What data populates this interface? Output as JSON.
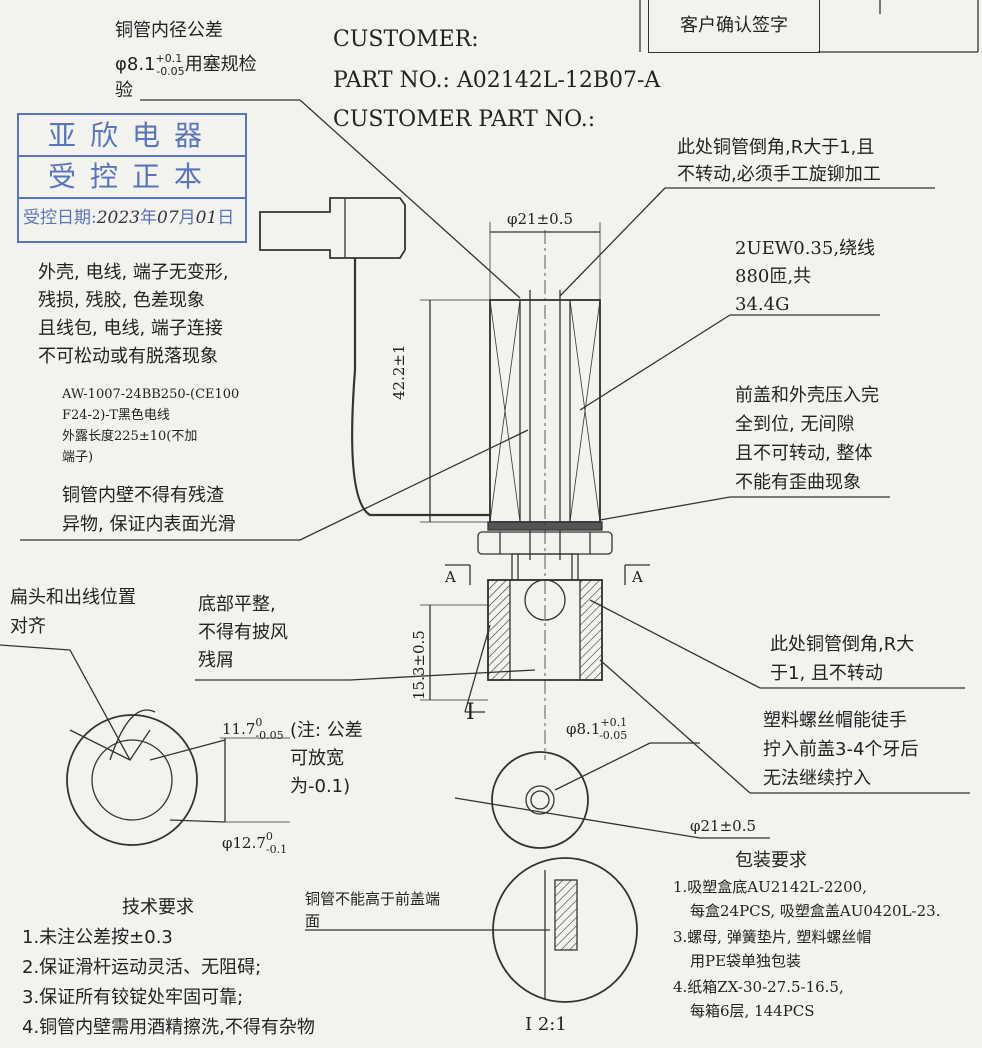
{
  "header": {
    "customer_label": "CUSTOMER:",
    "part_no": "PART NO.: A02142L-12B07-A",
    "customer_part_no": "CUSTOMER PART NO.:",
    "confirm_box": "客户确认签字"
  },
  "stamp": {
    "line1": "亚欣电器",
    "line2": "受控正本",
    "date_label": "受控日期:",
    "date_year": "2023",
    "year_char": "年",
    "date_month": "07",
    "month_char": "月",
    "date_day": "01",
    "day_char": "日"
  },
  "notes": {
    "copper_tol_1": "铜管内径公差",
    "copper_tol_2a": "φ8.1",
    "copper_tol_2_sup": "+0.1",
    "copper_tol_2_sub": "-0.05",
    "copper_tol_2b": "用塞规检",
    "copper_tol_3": "验",
    "chamfer_top_1": "此处铜管倒角,R大于1,且",
    "chamfer_top_2": "不转动,必须手工旋铆加工",
    "winding_1": "2UEW0.35,绕线",
    "winding_2": "880匝,共",
    "winding_3": "34.4G",
    "shell_1": "外壳, 电线, 端子无变形,",
    "shell_2": "残损, 残胶, 色差现象",
    "shell_3": "且线包, 电线, 端子连接",
    "shell_4": "不可松动或有脱落现象",
    "wire_1": "AW-1007-24BB250-(CE100",
    "wire_2": "F24-2)-T黑色电线",
    "wire_3": "外露长度225±10(不加",
    "wire_4": "端子)",
    "press_1": "前盖和外壳压入完",
    "press_2": "全到位, 无间隙",
    "press_3": "且不可转动, 整体",
    "press_4": "不能有歪曲现象",
    "inner_wall_1": "铜管内壁不得有残渣",
    "inner_wall_2": "异物, 保证内表面光滑",
    "flat_head_1": "扁头和出线位置",
    "flat_head_2": "对齐",
    "bottom_1": "底部平整,",
    "bottom_2": "不得有披风",
    "bottom_3": "残屑",
    "chamfer_bottom_1": "此处铜管倒角,R大",
    "chamfer_bottom_2": "于1, 且不转动",
    "cap_1": "塑料螺丝帽能徒手",
    "cap_2": "拧入前盖3-4个牙后",
    "cap_3": "无法继续拧入",
    "tol_note_a": "(注: 公差",
    "tol_note_b": "可放宽",
    "tol_note_c": "为-0.1)",
    "copper_not_higher_1": "铜管不能高于前盖端",
    "copper_not_higher_2": "面"
  },
  "dimensions": {
    "top_dia": "φ21±0.5",
    "height": "42.2±1",
    "bottom_height": "15.3±0.5",
    "section_a": "A",
    "dim_11_7": "11.7",
    "dim_11_7_sup": "0",
    "dim_11_7_sub": "-0.05",
    "dim_12_7": "φ12.7",
    "dim_12_7_sup": "0",
    "dim_12_7_sub": "-0.1",
    "dim_8_1": "φ8.1",
    "dim_8_1_sup": "+0.1",
    "dim_8_1_sub": "-0.05",
    "bottom_dia": "φ21±0.5",
    "detail_ref": "I",
    "detail_scale": "I 2:1"
  },
  "tech": {
    "title": "技术要求",
    "items": [
      "1.未注公差按±0.3",
      "2.保证滑杆运动灵活、无阻碍;",
      "3.保证所有铰锭处牢固可靠;",
      "4.铜管内壁需用酒精擦洗,不得有杂物"
    ]
  },
  "packing": {
    "title": "包装要求",
    "items": [
      "1.吸塑盒底AU2142L-2200,",
      "每盒24PCS, 吸塑盒盖AU0420L-23.",
      "3.螺母, 弹簧垫片, 塑料螺丝帽",
      "用PE袋单独包装",
      "4.纸箱ZX-30-27.5-16.5,",
      "每箱6层, 144PCS"
    ]
  }
}
